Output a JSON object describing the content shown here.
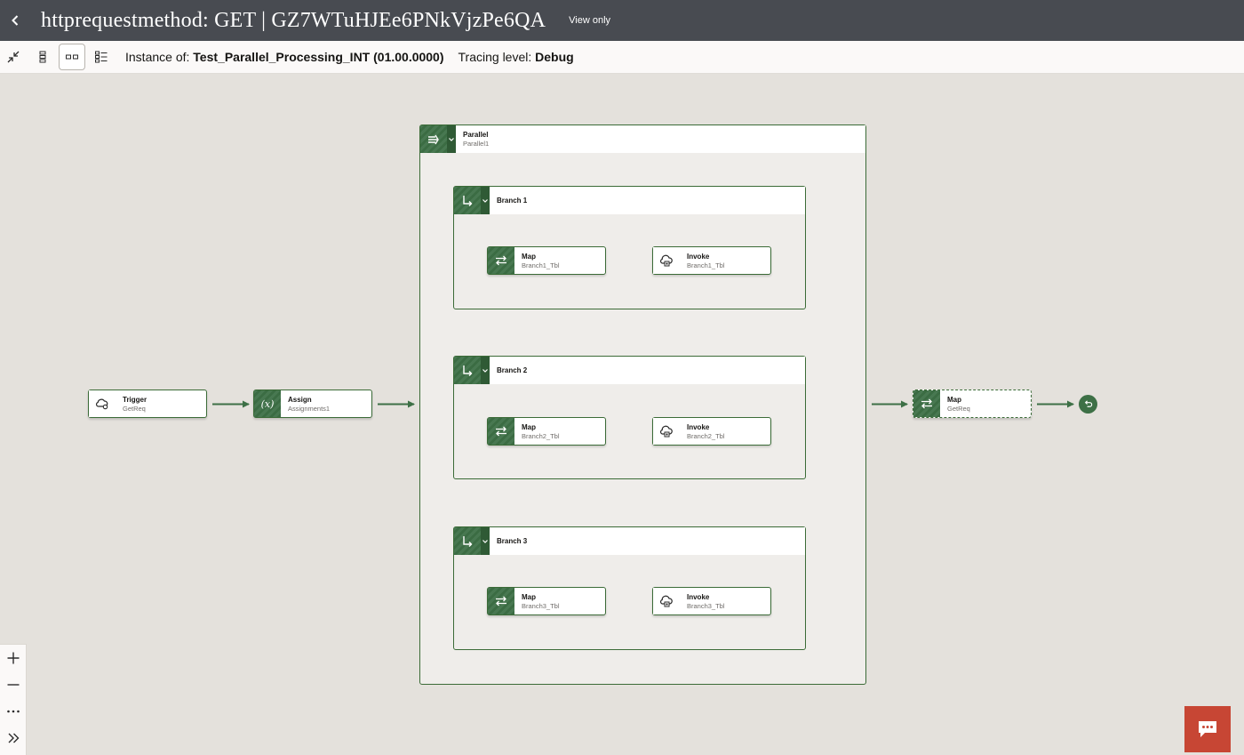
{
  "header": {
    "title": "httprequestmethod: GET | GZ7WTuHJEe6PNkVjzPe6QA",
    "view_only": "View only"
  },
  "toolbar": {
    "instance_label": "Instance of:",
    "instance_value": "Test_Parallel_Processing_INT (01.00.0000)",
    "tracing_label": "Tracing level:",
    "tracing_value": "Debug"
  },
  "flow": {
    "trigger": {
      "label": "Trigger",
      "sub": "GetReq"
    },
    "assign": {
      "label": "Assign",
      "sub": "Assignments1"
    },
    "parallel": {
      "label": "Parallel",
      "sub": "Parallel1"
    },
    "branches": [
      {
        "label": "Branch 1",
        "map": {
          "label": "Map",
          "sub": "Branch1_Tbl"
        },
        "invoke": {
          "label": "Invoke",
          "sub": "Branch1_Tbl"
        }
      },
      {
        "label": "Branch 2",
        "map": {
          "label": "Map",
          "sub": "Branch2_Tbl"
        },
        "invoke": {
          "label": "Invoke",
          "sub": "Branch2_Tbl"
        }
      },
      {
        "label": "Branch 3",
        "map": {
          "label": "Map",
          "sub": "Branch3_Tbl"
        },
        "invoke": {
          "label": "Invoke",
          "sub": "Branch3_Tbl"
        }
      }
    ],
    "final_map": {
      "label": "Map",
      "sub": "GetReq"
    }
  },
  "colors": {
    "header_bg": "#484b51",
    "node_green": "#3d7046",
    "chat_red": "#c74634"
  },
  "icons": {
    "back": "chevron-left-icon",
    "parallel": "parallel-icon",
    "branch": "branch-icon",
    "map": "map-arrows-icon",
    "invoke": "cloud-invoke-icon",
    "trigger": "cloud-trigger-icon",
    "assign": "variable-icon",
    "end": "return-icon"
  }
}
